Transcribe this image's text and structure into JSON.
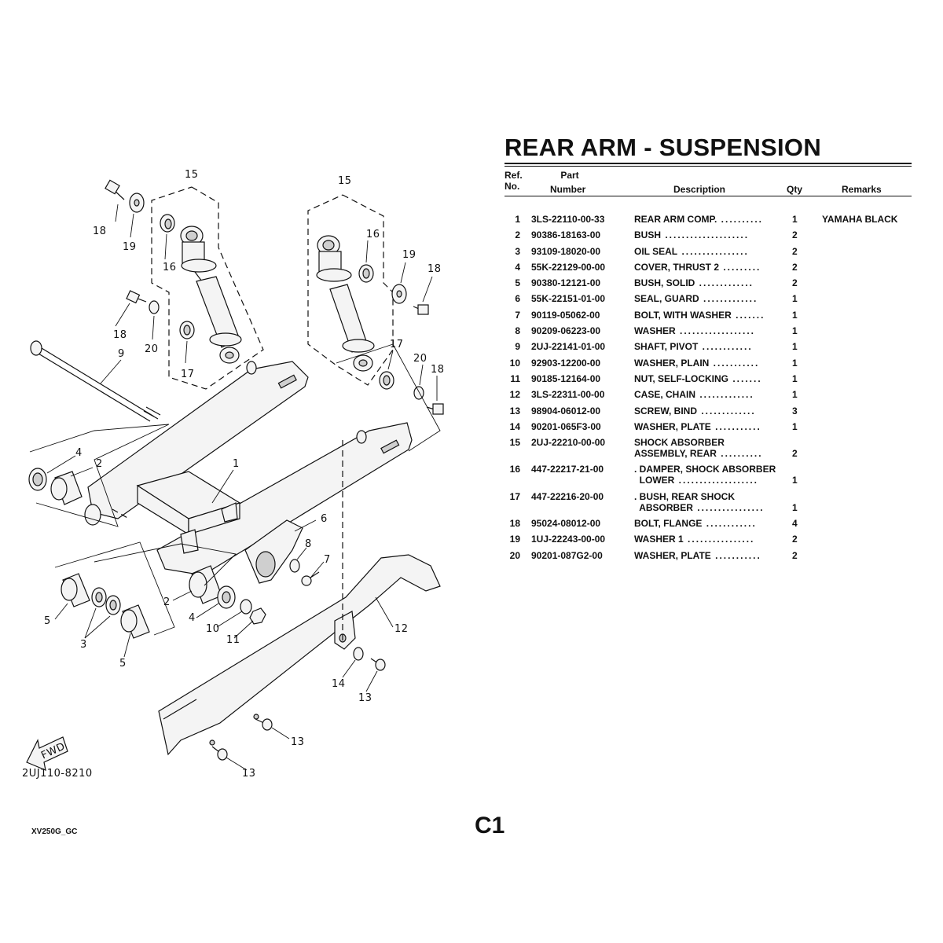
{
  "page": {
    "title": "REAR ARM - SUSPENSION",
    "page_number": "C1",
    "doc_code": "XV250G_GC"
  },
  "table": {
    "headers": {
      "ref_1": "Ref.",
      "ref_2": "No.",
      "part_1": "Part",
      "part_2": "Number",
      "description": "Description",
      "qty": "Qty",
      "remarks": "Remarks"
    },
    "rows": [
      {
        "ref": "1",
        "part": "3LS-22110-00-33",
        "desc": [
          "REAR ARM COMP."
        ],
        "qty": "1",
        "remarks": "YAMAHA BLACK"
      },
      {
        "ref": "2",
        "part": "90386-18163-00",
        "desc": [
          "BUSH"
        ],
        "qty": "2",
        "remarks": ""
      },
      {
        "ref": "3",
        "part": "93109-18020-00",
        "desc": [
          "OIL SEAL"
        ],
        "qty": "2",
        "remarks": ""
      },
      {
        "ref": "4",
        "part": "55K-22129-00-00",
        "desc": [
          "COVER, THRUST 2"
        ],
        "qty": "2",
        "remarks": ""
      },
      {
        "ref": "5",
        "part": "90380-12121-00",
        "desc": [
          "BUSH, SOLID"
        ],
        "qty": "2",
        "remarks": ""
      },
      {
        "ref": "6",
        "part": "55K-22151-01-00",
        "desc": [
          "SEAL, GUARD"
        ],
        "qty": "1",
        "remarks": ""
      },
      {
        "ref": "7",
        "part": "90119-05062-00",
        "desc": [
          "BOLT, WITH WASHER"
        ],
        "qty": "1",
        "remarks": ""
      },
      {
        "ref": "8",
        "part": "90209-06223-00",
        "desc": [
          "WASHER"
        ],
        "qty": "1",
        "remarks": ""
      },
      {
        "ref": "9",
        "part": "2UJ-22141-01-00",
        "desc": [
          "SHAFT, PIVOT"
        ],
        "qty": "1",
        "remarks": ""
      },
      {
        "ref": "10",
        "part": "92903-12200-00",
        "desc": [
          "WASHER, PLAIN"
        ],
        "qty": "1",
        "remarks": ""
      },
      {
        "ref": "11",
        "part": "90185-12164-00",
        "desc": [
          "NUT, SELF-LOCKING"
        ],
        "qty": "1",
        "remarks": ""
      },
      {
        "ref": "12",
        "part": "3LS-22311-00-00",
        "desc": [
          "CASE, CHAIN"
        ],
        "qty": "1",
        "remarks": ""
      },
      {
        "ref": "13",
        "part": "98904-06012-00",
        "desc": [
          "SCREW, BIND"
        ],
        "qty": "3",
        "remarks": ""
      },
      {
        "ref": "14",
        "part": "90201-065F3-00",
        "desc": [
          "WASHER, PLATE"
        ],
        "qty": "1",
        "remarks": ""
      },
      {
        "ref": "15",
        "part": "2UJ-22210-00-00",
        "desc": [
          "SHOCK ABSORBER",
          "ASSEMBLY, REAR"
        ],
        "qty": "2",
        "remarks": ""
      },
      {
        "ref": "16",
        "part": "447-22217-21-00",
        "desc": [
          ". DAMPER, SHOCK ABSORBER",
          "  LOWER"
        ],
        "qty": "1",
        "remarks": ""
      },
      {
        "ref": "17",
        "part": "447-22216-20-00",
        "desc": [
          ". BUSH, REAR SHOCK",
          "  ABSORBER"
        ],
        "qty": "1",
        "remarks": ""
      },
      {
        "ref": "18",
        "part": "95024-08012-00",
        "desc": [
          "BOLT, FLANGE"
        ],
        "qty": "4",
        "remarks": ""
      },
      {
        "ref": "19",
        "part": "1UJ-22243-00-00",
        "desc": [
          "WASHER 1"
        ],
        "qty": "2",
        "remarks": ""
      },
      {
        "ref": "20",
        "part": "90201-087G2-00",
        "desc": [
          "WASHER, PLATE"
        ],
        "qty": "2",
        "remarks": ""
      }
    ]
  },
  "diagram": {
    "drawing_code": "2UJ110-8210",
    "fwd_label": "FWD",
    "callouts": [
      {
        "id": "c15a",
        "text": "15"
      },
      {
        "id": "c15b",
        "text": "15"
      },
      {
        "id": "c18a",
        "text": "18"
      },
      {
        "id": "c19a",
        "text": "19"
      },
      {
        "id": "c16a",
        "text": "16"
      },
      {
        "id": "c18b",
        "text": "18"
      },
      {
        "id": "c20a",
        "text": "20"
      },
      {
        "id": "c17a",
        "text": "17"
      },
      {
        "id": "c9",
        "text": "9"
      },
      {
        "id": "c16b",
        "text": "16"
      },
      {
        "id": "c19b",
        "text": "19"
      },
      {
        "id": "c18c",
        "text": "18"
      },
      {
        "id": "c17b",
        "text": "17"
      },
      {
        "id": "c20b",
        "text": "20"
      },
      {
        "id": "c18d",
        "text": "18"
      },
      {
        "id": "c4a",
        "text": "4"
      },
      {
        "id": "c2a",
        "text": "2"
      },
      {
        "id": "c1",
        "text": "1"
      },
      {
        "id": "c6",
        "text": "6"
      },
      {
        "id": "c8",
        "text": "8"
      },
      {
        "id": "c7",
        "text": "7"
      },
      {
        "id": "c2b",
        "text": "2"
      },
      {
        "id": "c4b",
        "text": "4"
      },
      {
        "id": "c10",
        "text": "10"
      },
      {
        "id": "c11",
        "text": "11"
      },
      {
        "id": "c5a",
        "text": "5"
      },
      {
        "id": "c3",
        "text": "3"
      },
      {
        "id": "c5b",
        "text": "5"
      },
      {
        "id": "c12",
        "text": "12"
      },
      {
        "id": "c14",
        "text": "14"
      },
      {
        "id": "c13a",
        "text": "13"
      },
      {
        "id": "c13b",
        "text": "13"
      },
      {
        "id": "c13c",
        "text": "13"
      }
    ]
  }
}
